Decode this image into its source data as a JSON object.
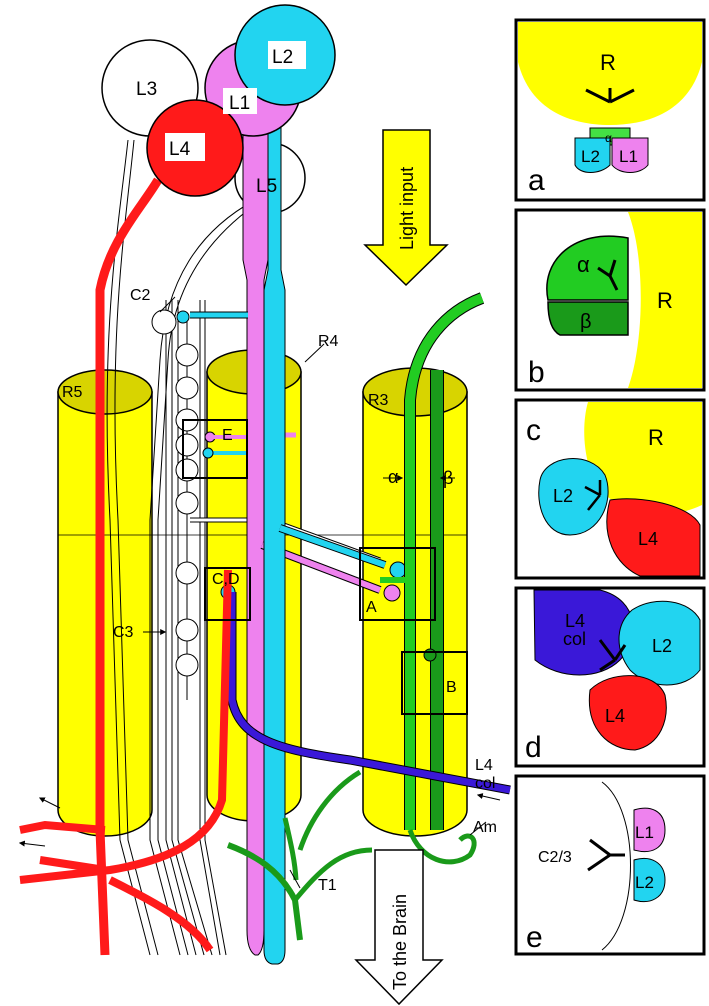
{
  "colors": {
    "yellow": "#ffff00",
    "cyan": "#22d4f0",
    "pink": "#ee82ee",
    "red": "#ff1a1a",
    "green": "#22cc22",
    "dark_green": "#1a9a1a",
    "blue": "#3a18d8",
    "light_green": "#44e044",
    "black": "#000000"
  },
  "main_diagram": {
    "neuron_labels": {
      "l1": "L1",
      "l2": "L2",
      "l3": "L3",
      "l4": "L4",
      "l5": "L5"
    },
    "cartridge_labels": {
      "r3": "R3",
      "r4": "R4",
      "r5": "R5"
    },
    "cell_labels": {
      "c2": "C2",
      "c3": "C3",
      "t1": "T1",
      "am": "Am",
      "l4col_line1": "L4",
      "l4col_line2": "col",
      "alpha": "α",
      "beta": "β"
    },
    "box_labels": {
      "a": "A",
      "b": "B",
      "cd": "C,D",
      "e": "E"
    },
    "arrows": {
      "light_input": "Light input",
      "to_brain": "To the Brain"
    }
  },
  "panels": [
    {
      "id": "a",
      "letter": "a",
      "labels": {
        "r": "R",
        "alpha": "α",
        "l2": "L2",
        "l1": "L1"
      }
    },
    {
      "id": "b",
      "letter": "b",
      "labels": {
        "r": "R",
        "alpha": "α",
        "beta": "β"
      }
    },
    {
      "id": "c",
      "letter": "c",
      "labels": {
        "r": "R",
        "l2": "L2",
        "l4": "L4"
      }
    },
    {
      "id": "d",
      "letter": "d",
      "labels": {
        "l4col_line1": "L4",
        "l4col_line2": "col",
        "l2": "L2",
        "l4": "L4"
      }
    },
    {
      "id": "e",
      "letter": "e",
      "labels": {
        "c23": "C2/3",
        "l1": "L1",
        "l2": "L2"
      }
    }
  ]
}
